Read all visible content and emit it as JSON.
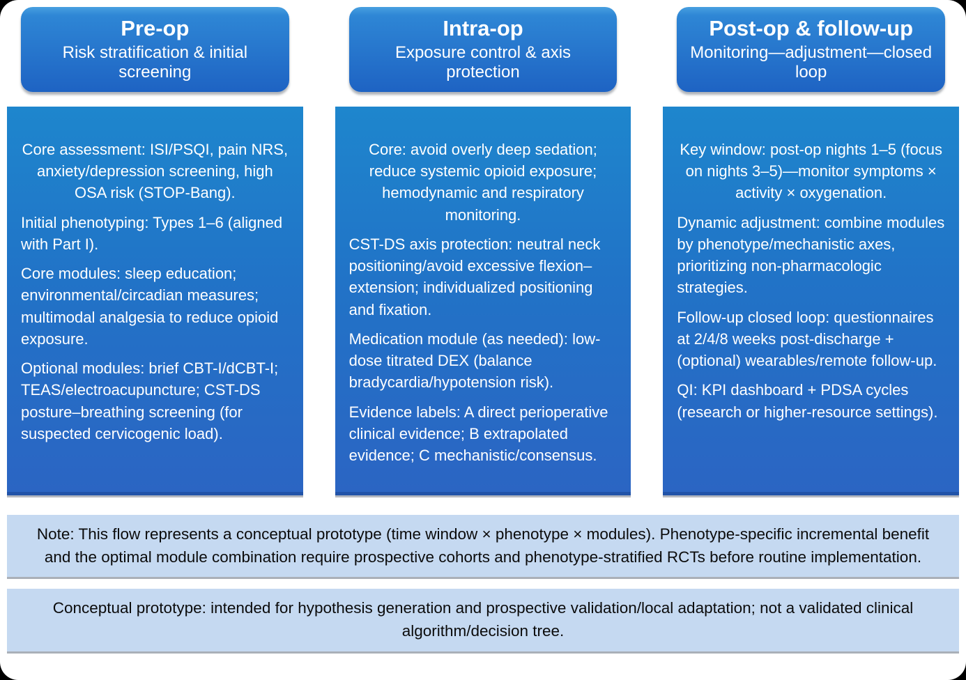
{
  "figure": {
    "type": "clinical-pathway-flow",
    "colors": {
      "frame_background": "#000000",
      "canvas_background": "#ffffff",
      "header_gradient_top": "#2E86D5",
      "header_gradient_bottom": "#1E63C3",
      "body_gradient_top": "#1E86CD",
      "body_gradient_bottom": "#2B65C3",
      "body_bottom_edge": "#2153A8",
      "note_background": "#C5D9F1",
      "box_text": "#ffffff",
      "note_text": "#0b0b0b"
    }
  },
  "columns": [
    {
      "header": {
        "title": "Pre-op",
        "subtitle": "Risk stratification & initial screening"
      },
      "paragraphs": [
        "Core assessment: ISI/PSQI, pain NRS, anxiety/depression screening, high OSA risk (STOP-Bang).",
        "Initial phenotyping: Types 1–6 (aligned with Part I).",
        "Core modules: sleep education; environmental/circadian measures; multimodal analgesia to reduce opioid exposure.",
        "Optional modules: brief CBT-I/dCBT-I; TEAS/electroacupuncture; CST-DS posture–breathing screening (for suspected cervicogenic load)."
      ]
    },
    {
      "header": {
        "title": "Intra-op",
        "subtitle": "Exposure control & axis protection"
      },
      "paragraphs": [
        "Core: avoid overly deep sedation; reduce systemic opioid exposure; hemodynamic and respiratory monitoring.",
        "CST-DS axis protection: neutral neck positioning/avoid excessive flexion–extension; individualized positioning and fixation.",
        "Medication module (as needed): low-dose titrated DEX (balance bradycardia/hypotension risk).",
        "Evidence labels: A direct perioperative clinical evidence; B extrapolated evidence; C mechanistic/consensus."
      ]
    },
    {
      "header": {
        "title": "Post-op & follow-up",
        "subtitle": "Monitoring—adjustment—closed loop"
      },
      "paragraphs": [
        "Key window: post-op nights 1–5 (focus on nights 3–5)—monitor symptoms × activity × oxygenation.",
        "Dynamic adjustment: combine modules by phenotype/mechanistic axes, prioritizing non-pharmacologic strategies.",
        "Follow-up closed loop: questionnaires at 2/4/8 weeks post-discharge + (optional) wearables/remote follow-up.",
        "QI: KPI dashboard + PDSA cycles (research or higher-resource settings)."
      ]
    }
  ],
  "notes": [
    "Note: This flow represents a conceptual prototype (time window × phenotype × modules). Phenotype-specific incremental benefit and the optimal module combination require prospective cohorts and phenotype-stratified RCTs before routine implementation.",
    "Conceptual prototype: intended for hypothesis generation and prospective validation/local adaptation; not a validated clinical algorithm/decision tree."
  ]
}
